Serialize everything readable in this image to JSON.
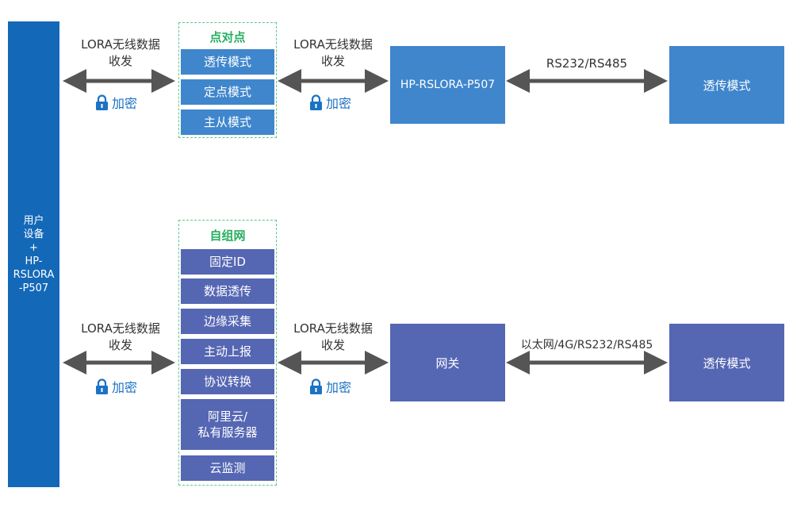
{
  "left_panel": {
    "text": "用户\n设备\n+\nHP-\nRSLORA\n-P507"
  },
  "colors": {
    "dark_blue": "#1468b8",
    "blue": "#3f86cc",
    "indigo": "#5566b3",
    "green": "#27ae60",
    "arrow": "#555555"
  },
  "top": {
    "link1": {
      "line1": "LORA无线数据",
      "line2": "收发",
      "encrypt": "加密"
    },
    "group": {
      "title": "点对点",
      "items": [
        "透传模式",
        "定点模式",
        "主从模式"
      ]
    },
    "link2": {
      "line1": "LORA无线数据",
      "line2": "收发",
      "encrypt": "加密"
    },
    "device": "HP-RSLORA-P507",
    "link3": "RS232/RS485",
    "target": "透传模式"
  },
  "bottom": {
    "link1": {
      "line1": "LORA无线数据",
      "line2": "收发",
      "encrypt": "加密"
    },
    "group": {
      "title": "自组网",
      "items": [
        "固定ID",
        "数据透传",
        "边缘采集",
        "主动上报",
        "协议转换",
        "阿里云/",
        "私有服务器",
        "云监测"
      ]
    },
    "link2": {
      "line1": "LORA无线数据",
      "line2": "收发",
      "encrypt": "加密"
    },
    "device": "网关",
    "link3": "以太网/4G/RS232/RS485",
    "target": "透传模式"
  },
  "icons": {
    "encrypt_icon": "lock-icon"
  }
}
